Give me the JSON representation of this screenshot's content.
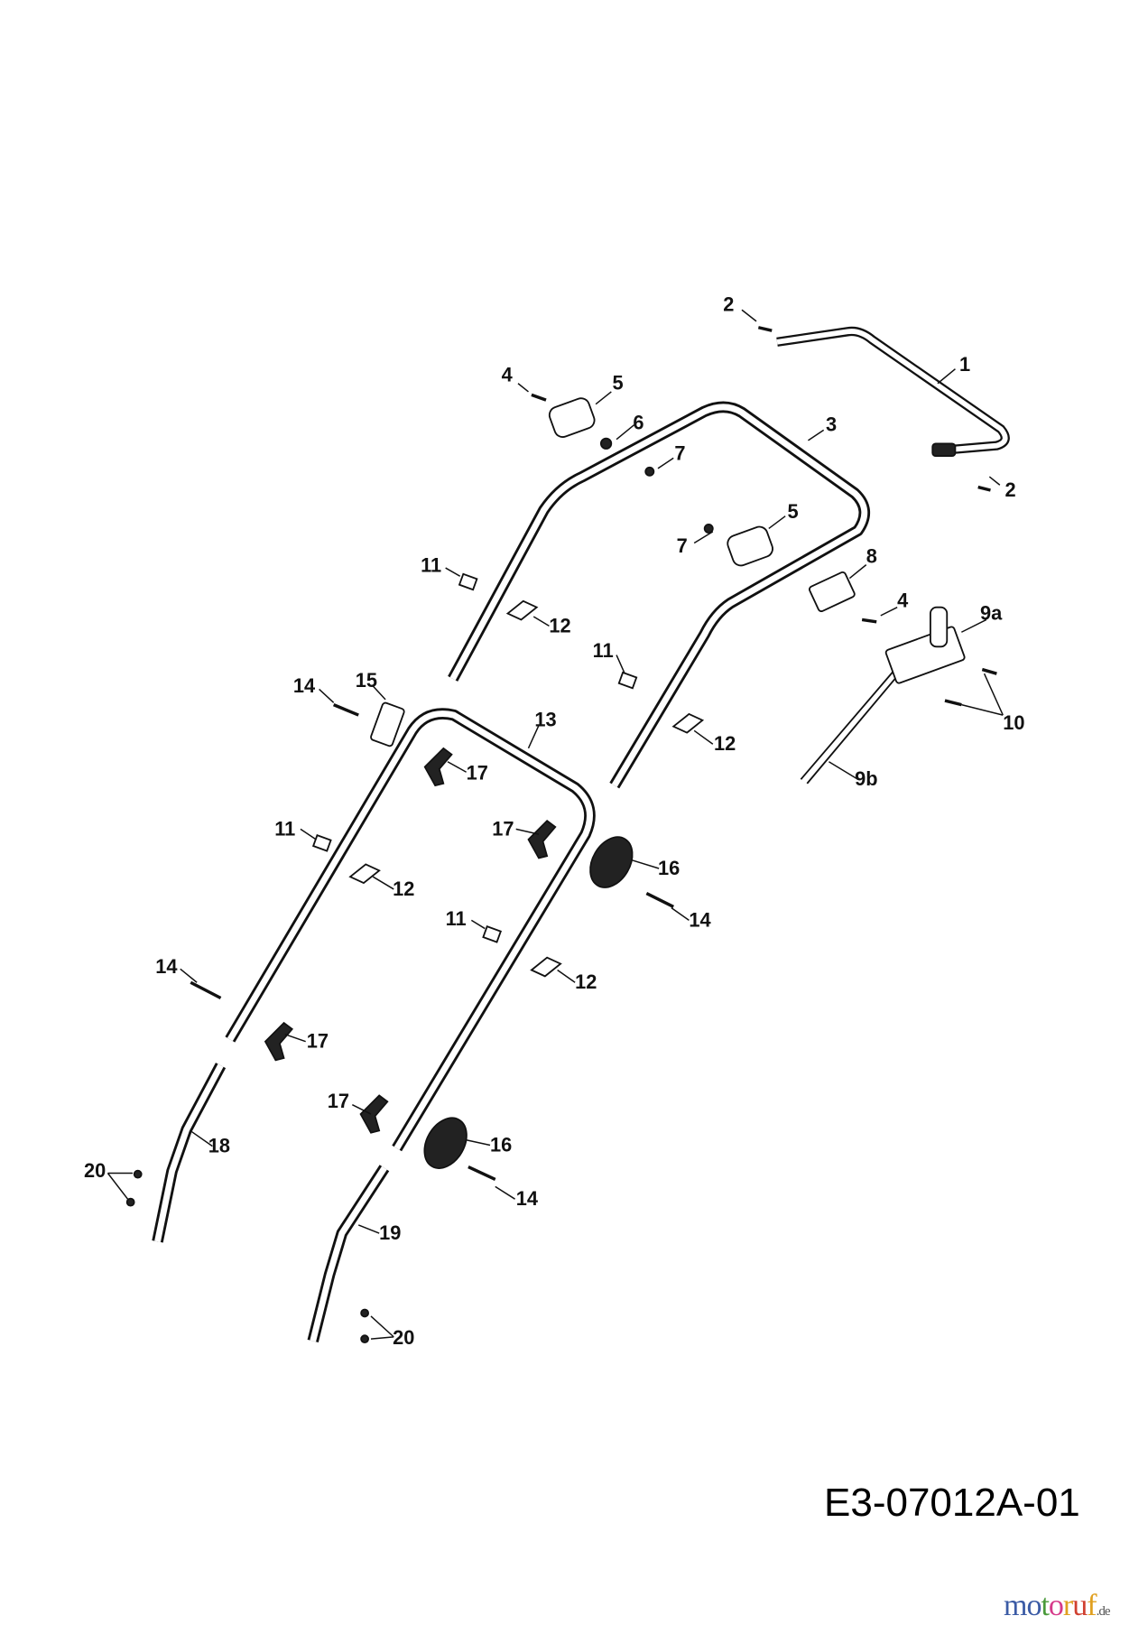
{
  "diagram": {
    "labels": [
      "1",
      "2",
      "2",
      "3",
      "4",
      "4",
      "5",
      "5",
      "6",
      "7",
      "7",
      "8",
      "9a",
      "9b",
      "10",
      "11",
      "11",
      "11",
      "11",
      "12",
      "12",
      "12",
      "12",
      "13",
      "14",
      "14",
      "14",
      "14",
      "15",
      "16",
      "16",
      "17",
      "17",
      "17",
      "17",
      "18",
      "19",
      "20",
      "20"
    ],
    "drawing_code": "E3-07012A-01",
    "watermark": {
      "name": "motoruf",
      "suffix": ".de",
      "colors": [
        "#3b5ba5",
        "#3b5ba5",
        "#4a9a3a",
        "#d63a8a",
        "#e0a020",
        "#d04030",
        "#e0a020"
      ]
    }
  }
}
